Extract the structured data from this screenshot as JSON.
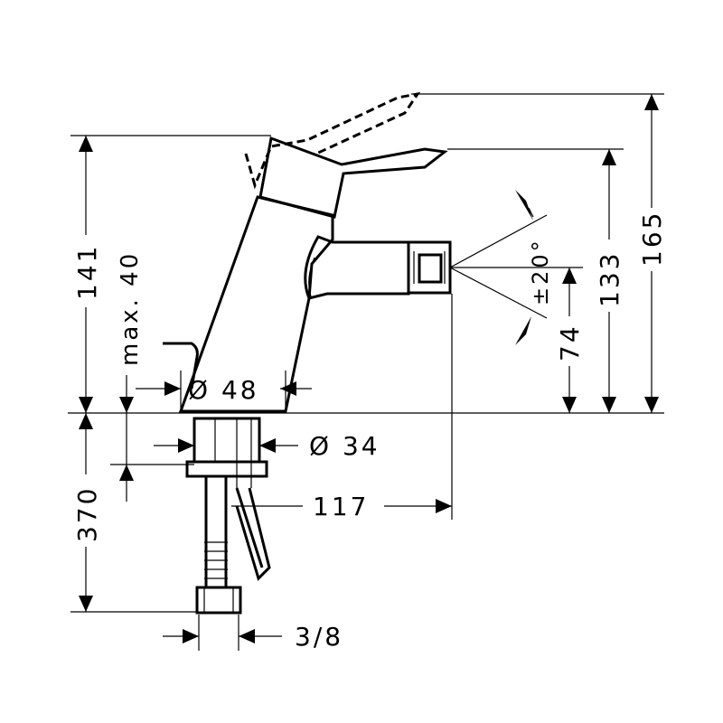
{
  "dimensions": {
    "height_total": "165",
    "height_to_lever": "133",
    "height_to_spout": "74",
    "height_body": "141",
    "max_deck": "max. 40",
    "body_diameter": "Ø 48",
    "shank_diameter": "Ø 34",
    "spout_reach": "117",
    "hose_length": "370",
    "connection": "3/8",
    "aerator_angle": "±20°"
  }
}
